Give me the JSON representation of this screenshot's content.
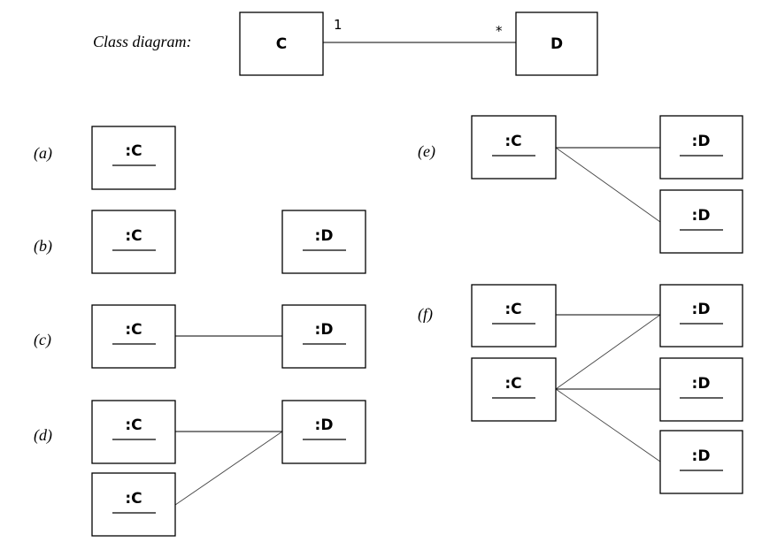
{
  "class_diagram": {
    "caption": "Class diagram:",
    "class_c": "C",
    "class_d": "D",
    "mult_c": "1",
    "mult_d": "*"
  },
  "panels": {
    "a": {
      "label": "(a)",
      "objects": [
        ":C"
      ]
    },
    "b": {
      "label": "(b)",
      "objects": [
        ":C",
        ":D"
      ]
    },
    "c": {
      "label": "(c)",
      "objects": [
        ":C",
        ":D"
      ]
    },
    "d": {
      "label": "(d)",
      "objects": [
        ":C",
        ":C",
        ":D"
      ]
    },
    "e": {
      "label": "(e)",
      "objects": [
        ":C",
        ":D",
        ":D"
      ]
    },
    "f": {
      "label": "(f)",
      "objects": [
        ":C",
        ":C",
        ":D",
        ":D",
        ":D"
      ]
    }
  }
}
